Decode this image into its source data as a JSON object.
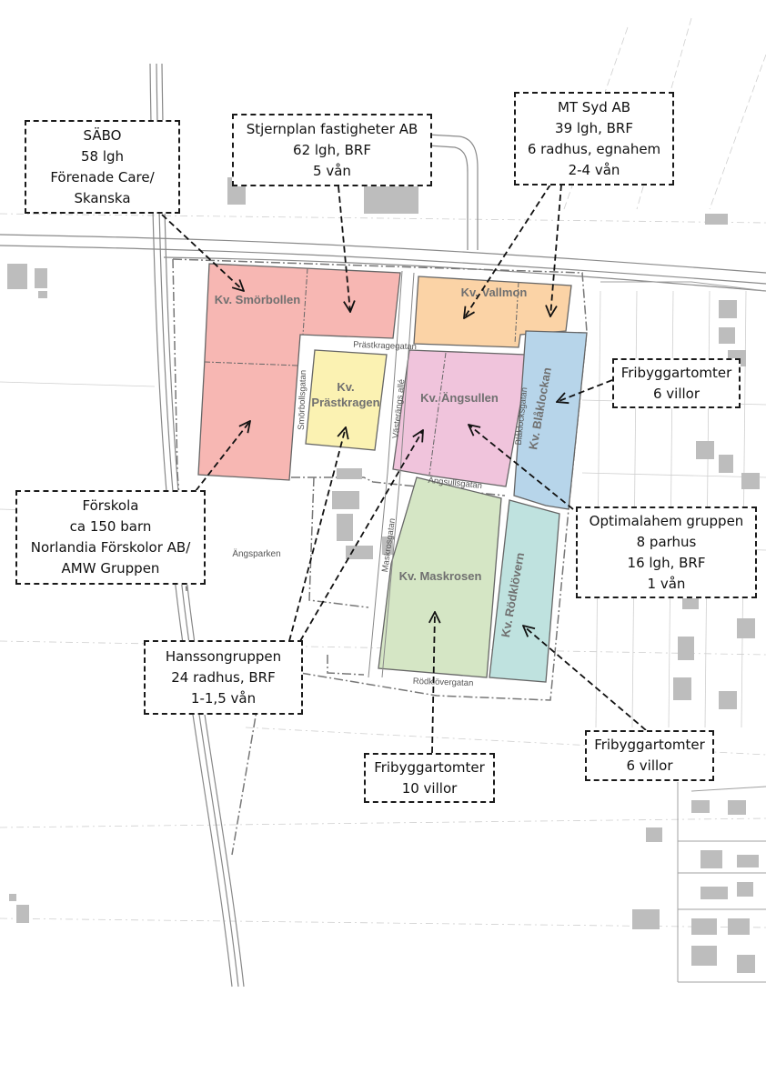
{
  "blocks": {
    "smorbollen": {
      "label": "Kv. Smörbollen",
      "color": "#f7b7b3"
    },
    "prastkragen": {
      "line1": "Kv.",
      "line2": "Prästkragen",
      "color": "#fbf2b2"
    },
    "vallmon": {
      "label": "Kv. Vallmon",
      "color": "#fbd3a6"
    },
    "angsullen": {
      "label": "Kv. Ängsullen",
      "color": "#f0c4dc"
    },
    "blaklockan": {
      "label": "Kv. Blåklockan",
      "color": "#b7d5ea"
    },
    "maskrosen": {
      "label": "Kv. Maskrosen",
      "color": "#d5e6c5"
    },
    "rodklovern": {
      "label": "Kv. Rödklövern",
      "color": "#bfe2df"
    }
  },
  "streets": {
    "prastkragegatan": "Prästkragegatan",
    "smorbollsgatan": "Smörbollsgatan",
    "vasterangs_alle": "Västerängs allé",
    "blaklocksgatan": "Blåklocksgatan",
    "angsullsgatan": "Ängsullsgatan",
    "maskrosgatan": "Maskrosgatan",
    "rodklovergatan": "Rödklövergatan"
  },
  "park": "Ängsparken",
  "labels": {
    "sabo": [
      "SÄBO",
      "58 lgh",
      "Förenade Care/",
      "Skanska"
    ],
    "stjernplan": [
      "Stjernplan fastigheter AB",
      "62 lgh, BRF",
      "5 vån"
    ],
    "mtsyd": [
      "MT Syd AB",
      "39 lgh, BRF",
      "6 radhus, egnahem",
      "2-4 vån"
    ],
    "fribyggar_ne": [
      "Fribyggartomter",
      "6 villor"
    ],
    "forskola": [
      "Förskola",
      "ca 150 barn",
      "Norlandia Förskolor AB/",
      "AMW Gruppen"
    ],
    "optimalahem": [
      "Optimalahem gruppen",
      "8 parhus",
      "16 lgh, BRF",
      "1 vån"
    ],
    "hansson": [
      "Hanssongruppen",
      "24 radhus, BRF",
      "1-1,5 vån"
    ],
    "fribyggar_s": [
      "Fribyggartomter",
      "10 villor"
    ],
    "fribyggar_se": [
      "Fribyggartomter",
      "6 villor"
    ]
  }
}
